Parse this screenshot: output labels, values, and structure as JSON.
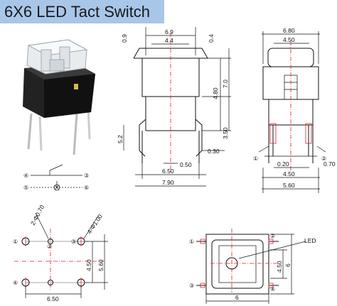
{
  "title": "6X6 LED Tact Switch",
  "front_view": {
    "dims": {
      "d09": "0.9",
      "d69": "6.9",
      "d44": "4.4",
      "d04": "0.4",
      "d480": "4.80",
      "d70": "7.0",
      "d350": "3.50",
      "d52": "5.2",
      "d030": "0.30",
      "d050": "0.50",
      "d650": "6.50",
      "d790": "7.90"
    }
  },
  "side_view": {
    "dims": {
      "d680": "6.80",
      "d450t": "4.50",
      "d020": "0.20",
      "d070": "0.70",
      "d450b": "4.50",
      "d560": "5.60"
    },
    "markers": {
      "m1": "①",
      "m2": "②"
    }
  },
  "schematic": {
    "pins": {
      "p4": "④",
      "p3": "③",
      "p5": "⑤",
      "p6": "⑥"
    }
  },
  "footprint": {
    "dims": {
      "holes2": "2-Φ0.70",
      "holes4": "4-Φ1.00",
      "d450": "4.50",
      "d560": "5.60",
      "d650": "6.50"
    },
    "pins": {
      "p1": "①",
      "p2": "②",
      "p3": "③",
      "p4": "④"
    }
  },
  "top_view": {
    "dims": {
      "d450": "4.50",
      "d6v": "6",
      "d6h": "6"
    },
    "led_label": "LED",
    "pins": {
      "p1": "①",
      "p2": "②",
      "p3": "③",
      "p4": "④"
    }
  }
}
